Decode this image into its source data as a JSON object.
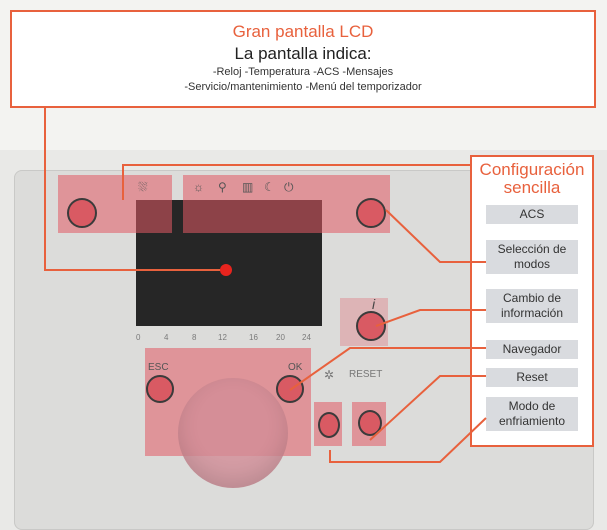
{
  "callout": {
    "title": "Gran pantalla LCD",
    "subtitle": "La pantalla indica:",
    "line1": "-Reloj -Temperatura -ACS -Mensajes",
    "line2": "-Servicio/mantenimiento -Menú del temporizador"
  },
  "side": {
    "title_line1": "Configuración",
    "title_line2": "sencilla",
    "items": [
      {
        "label": "ACS"
      },
      {
        "label": "Selección de modos"
      },
      {
        "label": "Cambio de información"
      },
      {
        "label": "Navegador"
      },
      {
        "label": "Reset"
      },
      {
        "label": "Modo de enfriamiento"
      }
    ]
  },
  "device": {
    "scale_ticks": [
      "0",
      "4",
      "8",
      "12",
      "16",
      "20",
      "24"
    ],
    "esc_label": "ESC",
    "ok_label": "OK",
    "reset_label": "RESET",
    "info_label": "i"
  },
  "colors": {
    "accent": "#e8613d",
    "highlight": "#e25a64",
    "label_bg": "#d9dbdf"
  }
}
